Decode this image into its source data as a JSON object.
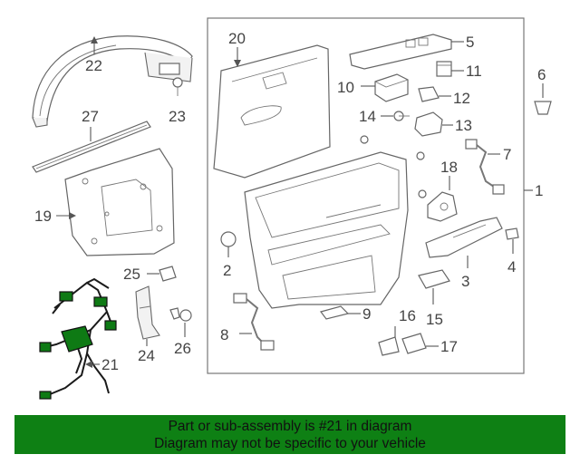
{
  "callouts": {
    "c1": "1",
    "c2": "2",
    "c3": "3",
    "c4": "4",
    "c5": "5",
    "c6": "6",
    "c7": "7",
    "c8": "8",
    "c9": "9",
    "c10": "10",
    "c11": "11",
    "c12": "12",
    "c13": "13",
    "c14": "14",
    "c15": "15",
    "c16": "16",
    "c17": "17",
    "c18": "18",
    "c19": "19",
    "c20": "20",
    "c21": "21",
    "c22": "22",
    "c23": "23",
    "c24": "24",
    "c25": "25",
    "c26": "26",
    "c27": "27"
  },
  "banner": {
    "line1": "Part or sub-assembly is #21 in diagram",
    "line2": "Diagram may not be specific to your vehicle"
  },
  "colors": {
    "banner_bg": "#0e8014",
    "highlight_part": "#0e7a14",
    "line_art": "#666666"
  }
}
